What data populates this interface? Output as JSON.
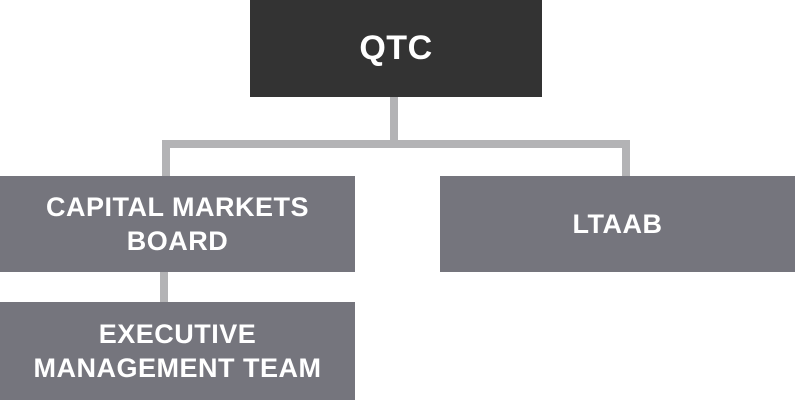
{
  "colors": {
    "root_fill": "#333333",
    "node_fill": "#75757d",
    "connector": "#b3b3b5",
    "text": "#ffffff"
  },
  "nodes": {
    "root": {
      "label": "QTC"
    },
    "capital_markets_board": {
      "label": "CAPITAL MARKETS BOARD"
    },
    "ltaab": {
      "label": "LTAAB"
    },
    "executive_management_team": {
      "label": "EXECUTIVE MANAGEMENT TEAM"
    }
  },
  "edges": [
    {
      "from": "root",
      "to": "capital_markets_board"
    },
    {
      "from": "root",
      "to": "ltaab"
    },
    {
      "from": "capital_markets_board",
      "to": "executive_management_team"
    }
  ]
}
